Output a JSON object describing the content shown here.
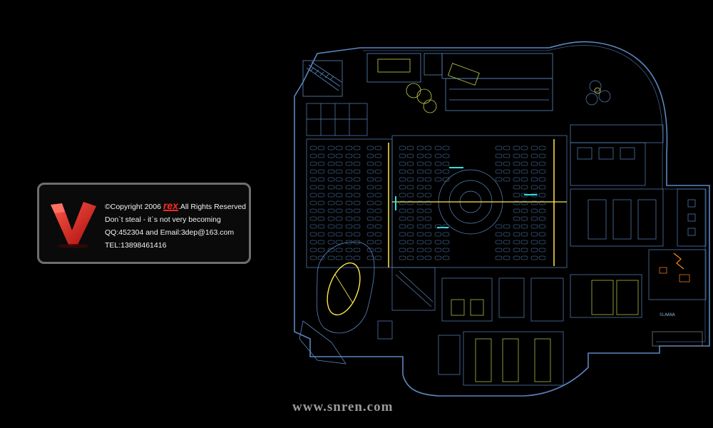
{
  "credits": {
    "copyright_prefix": "©Copyright 2006 ",
    "brand": "rex",
    "copyright_suffix": ".All Rights Reserved",
    "line2": "Don`t steal - it`s not very becoming",
    "line3": "QQ:452304 and Email:3dep@163.com",
    "line4": "TEL:13898461416",
    "logo_letter": "V",
    "logo_icon": "red-v-logo-icon"
  },
  "watermark": "www.snren.com",
  "plan": {
    "labels": {
      "sauna": "SLAANA"
    },
    "colors": {
      "wall": "#5b86c0",
      "fixture": "#c8d24a",
      "highlight": "#ffe94a",
      "accent": "#33e0e0",
      "orange": "#ff8a1e",
      "gray": "#8c8c8c"
    }
  }
}
